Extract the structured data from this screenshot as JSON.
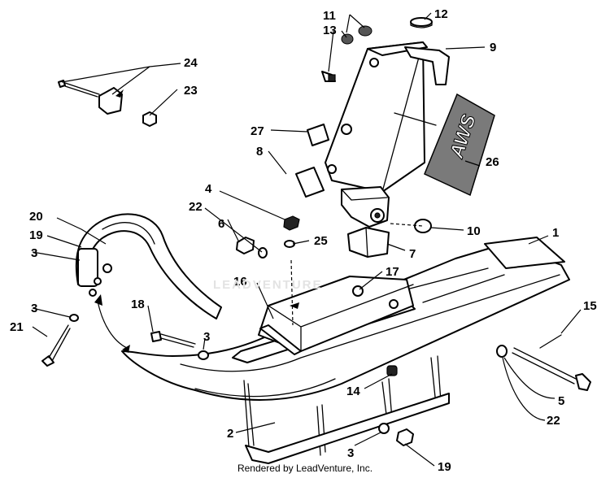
{
  "diagram": {
    "decal_text": "AWS",
    "watermark_text": "LEADVENTURE",
    "footer_text": "Rendered by LeadVenture, Inc.",
    "callouts": {
      "c1": "1",
      "c2": "2",
      "c3a": "3",
      "c3b": "3",
      "c3c": "3",
      "c3d": "3",
      "c4": "4",
      "c5": "5",
      "c6": "6",
      "c7": "7",
      "c8": "8",
      "c9": "9",
      "c10": "10",
      "c11": "11",
      "c12": "12",
      "c13": "13",
      "c14": "14",
      "c15": "15",
      "c16": "16",
      "c17": "17",
      "c18": "18",
      "c19a": "19",
      "c19b": "19",
      "c20": "20",
      "c21": "21",
      "c22a": "22",
      "c22b": "22",
      "c23": "23",
      "c24": "24",
      "c25": "25",
      "c26": "26",
      "c27": "27"
    }
  }
}
